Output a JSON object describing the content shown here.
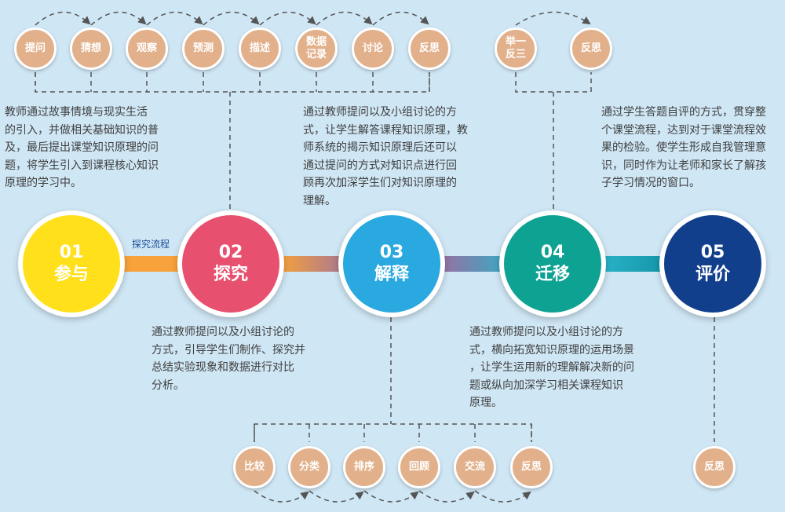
{
  "flow_label": "探究流程",
  "stages": [
    {
      "num": "01",
      "label": "参与",
      "color": "#ffe01b"
    },
    {
      "num": "02",
      "label": "探究",
      "color": "#e8506f"
    },
    {
      "num": "03",
      "label": "解释",
      "color": "#2aa8e0"
    },
    {
      "num": "04",
      "label": "迁移",
      "color": "#0ea293"
    },
    {
      "num": "05",
      "label": "评价",
      "color": "#123f8c"
    }
  ],
  "connector_colors": [
    "#f7a23a",
    "#9a6fa2",
    "#2ab3c9",
    "#0f8fa0"
  ],
  "descriptions": {
    "engage": "教师通过故事情境与现实生活\n的引入，并做相关基础知识的普\n及，最后提出课堂知识原理的问\n题，将学生引入到课程核心知识\n原理的学习中。",
    "explain": "通过教师提问以及小组讨论的方\n式，让学生解答课程知识原理，教\n师系统的揭示知识原理后还可以\n通过提问的方式对知识点进行回\n顾再次加深学生们对知识原理的\n理解。",
    "evaluate": "通过学生答题自评的方式，贯穿整\n个课堂流程，达到对于课堂流程效\n果的检验。使学生形成自我管理意\n识，同时作为让老师和家长了解孩\n子学习情况的窗口。",
    "explore": "通过教师提问以及小组讨论的\n方式，引导学生们制作、探究并\n总结实验现象和数据进行对比\n分析。",
    "transfer": "通过教师提问以及小组讨论的方\n式，横向拓宽知识原理的运用场景\n，让学生运用新的理解解决新的问\n题或纵向加深学习相关课程知识\n原理。"
  },
  "bead_color": "#e2b18b",
  "top_left_steps": [
    "提问",
    "猜想",
    "观察",
    "预测",
    "描述",
    "数据\n记录",
    "讨论",
    "反思"
  ],
  "top_right_steps": [
    "举一\n反三",
    "反思"
  ],
  "bottom_steps": [
    "比较",
    "分类",
    "排序",
    "回顾",
    "交流",
    "反思"
  ],
  "bottom_right_steps": [
    "反思"
  ]
}
